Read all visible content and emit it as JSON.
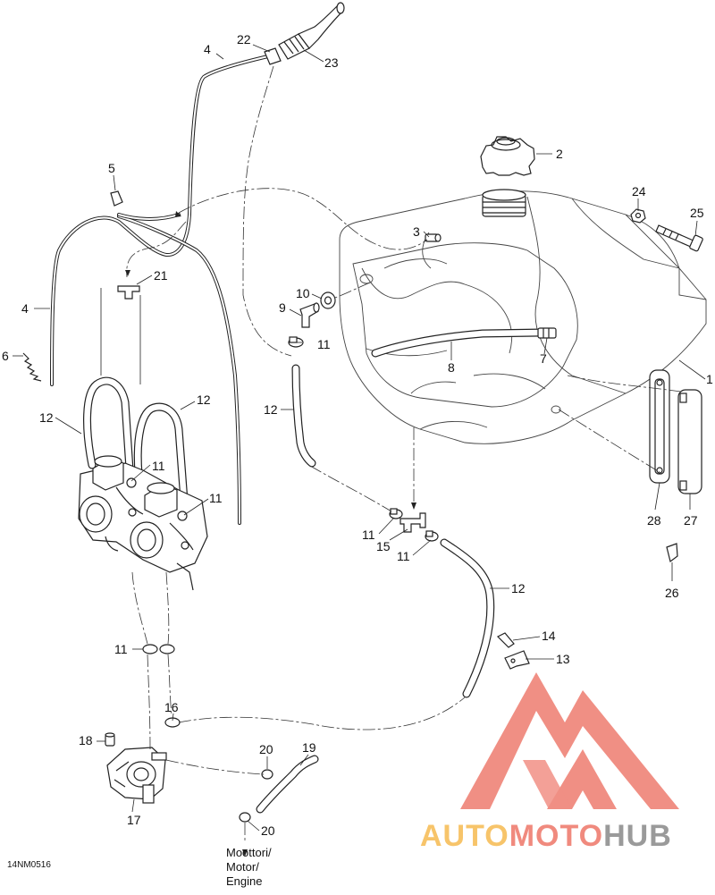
{
  "diagram": {
    "code": "14NM0516",
    "destination_lines": [
      "Moottori/",
      "Motor/",
      "Engine"
    ],
    "callouts": {
      "c1": "1",
      "c2": "2",
      "c3": "3",
      "c4a": "4",
      "c4b": "4",
      "c5": "5",
      "c6": "6",
      "c7": "7",
      "c8": "8",
      "c9": "9",
      "c10": "10",
      "c11a": "11",
      "c11b": "11",
      "c11c": "11",
      "c11d": "11",
      "c11e": "11",
      "c11f": "11",
      "c12a": "12",
      "c12b": "12",
      "c12c": "12",
      "c12d": "12",
      "c13": "13",
      "c14": "14",
      "c15": "15",
      "c16": "16",
      "c17": "17",
      "c18": "18",
      "c19": "19",
      "c20a": "20",
      "c20b": "20",
      "c21": "21",
      "c22": "22",
      "c23": "23",
      "c24": "24",
      "c25": "25",
      "c26": "26",
      "c27": "27",
      "c28": "28"
    }
  },
  "watermark": {
    "word_part1": "AUTO",
    "word_part2": "MOTO",
    "word_part3": "HUB",
    "colors": {
      "red": "#f08a7e",
      "yellow": "#f7c46a",
      "grey": "#9a9a9a"
    }
  }
}
